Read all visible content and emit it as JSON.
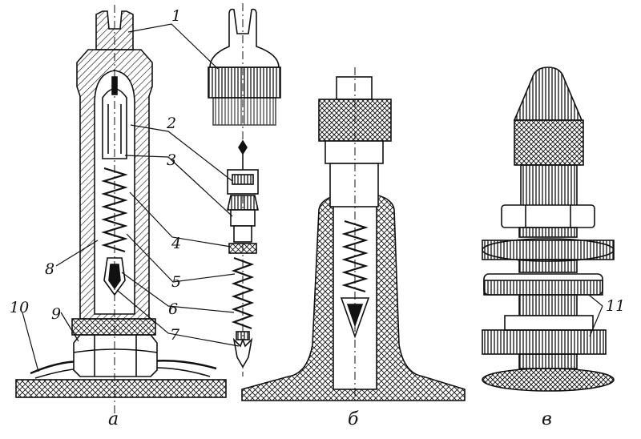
{
  "diagram": {
    "callouts": [
      "1",
      "2",
      "3",
      "4",
      "5",
      "6",
      "7",
      "8",
      "9",
      "10",
      "11"
    ],
    "panel_captions": [
      "а",
      "б",
      "в"
    ],
    "ink_color": "#111111",
    "paper_color": "#ffffff"
  }
}
